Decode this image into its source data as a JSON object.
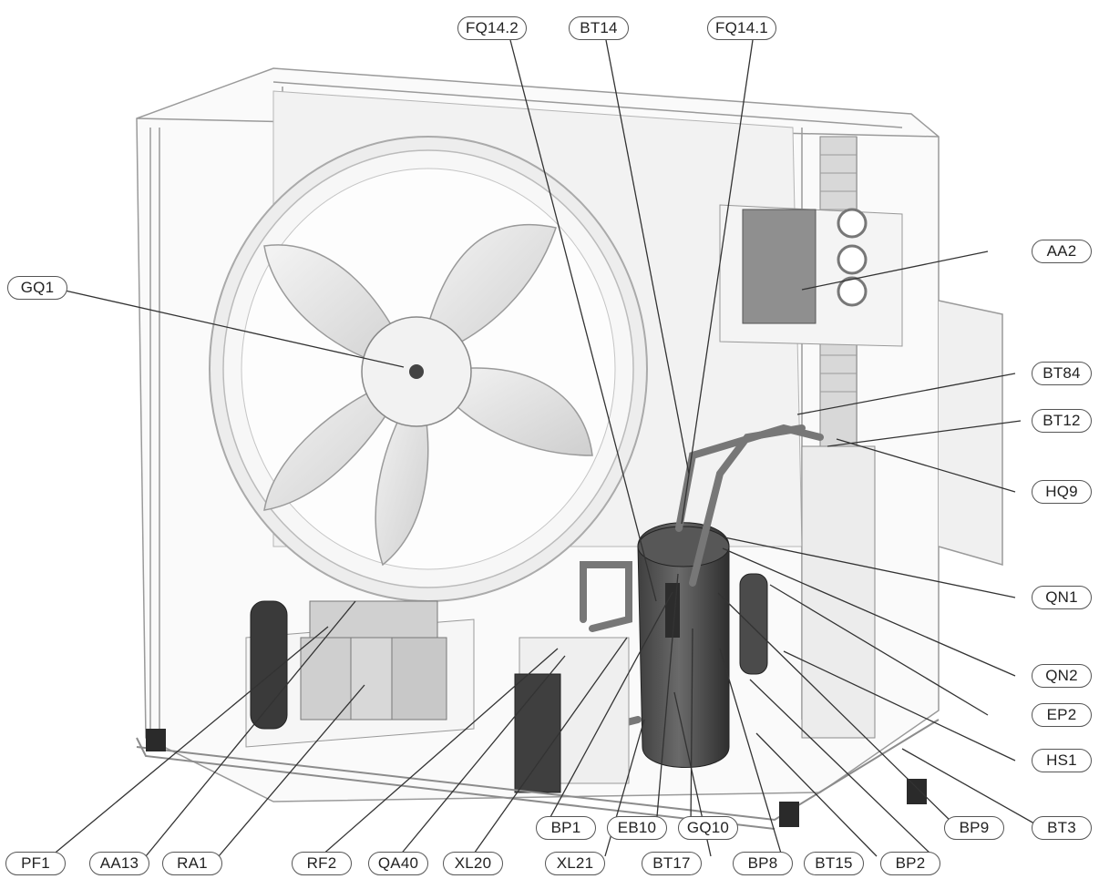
{
  "labels": {
    "fq14_2": "FQ14.2",
    "bt14": "BT14",
    "fq14_1": "FQ14.1",
    "aa2": "AA2",
    "gq1": "GQ1",
    "bt84": "BT84",
    "bt12": "BT12",
    "hq9": "HQ9",
    "qn1": "QN1",
    "qn2": "QN2",
    "ep2": "EP2",
    "hs1": "HS1",
    "bt3": "BT3",
    "bp9": "BP9",
    "bp1": "BP1",
    "eb10": "EB10",
    "gq10": "GQ10",
    "pf1": "PF1",
    "aa13": "AA13",
    "ra1": "RA1",
    "rf2": "RF2",
    "qa40": "QA40",
    "xl20": "XL20",
    "xl21": "XL21",
    "bt17": "BT17",
    "bp8": "BP8",
    "bt15": "BT15",
    "bp2": "BP2"
  },
  "colors": {
    "line": "#444444",
    "outline": "#8a8a8a",
    "panel": "#ececec",
    "compressor": "#5a5a5a",
    "fan": "#dedede"
  }
}
